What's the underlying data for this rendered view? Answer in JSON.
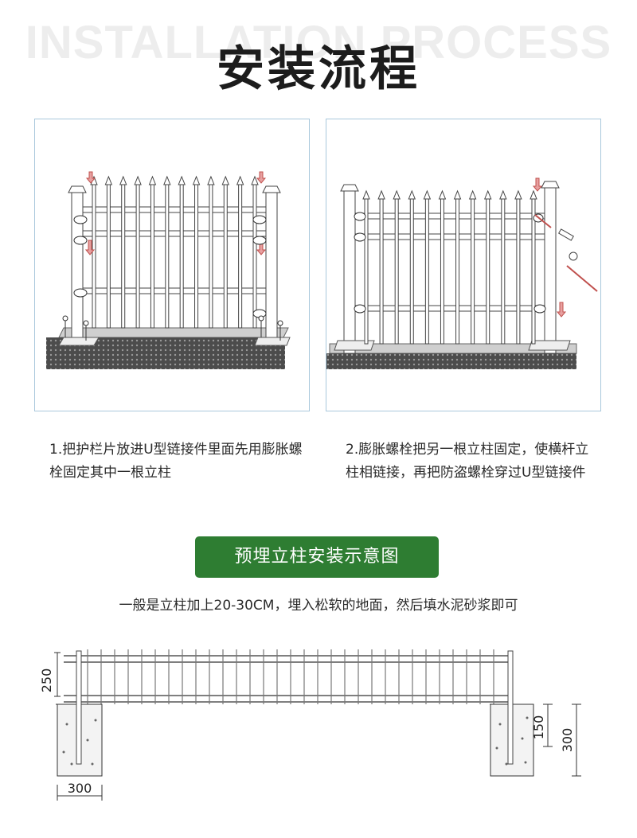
{
  "header": {
    "bg_text": "INSTALLATION PROCESS",
    "title": "安装流程"
  },
  "steps": [
    {
      "caption": "1.把护栏片放进U型链接件里面先用膨胀螺栓固定其中一根立柱"
    },
    {
      "caption": "2.膨胀螺栓把另一根立柱固定，使横杆立柱相链接，再把防盗螺栓穿过U型链接件"
    }
  ],
  "section": {
    "button_label": "预埋立柱安装示意图",
    "note": "一般是立柱加上20-30CM，埋入松软的地面，然后填水泥砂浆即可"
  },
  "diagram": {
    "dim_top": "250",
    "dim_bottom": "300",
    "dim_inner": "150",
    "dim_right": "300"
  },
  "colors": {
    "accent_green": "#2e7d32",
    "panel_border": "#a9c8dc",
    "arrow_red": "#c0504d"
  }
}
